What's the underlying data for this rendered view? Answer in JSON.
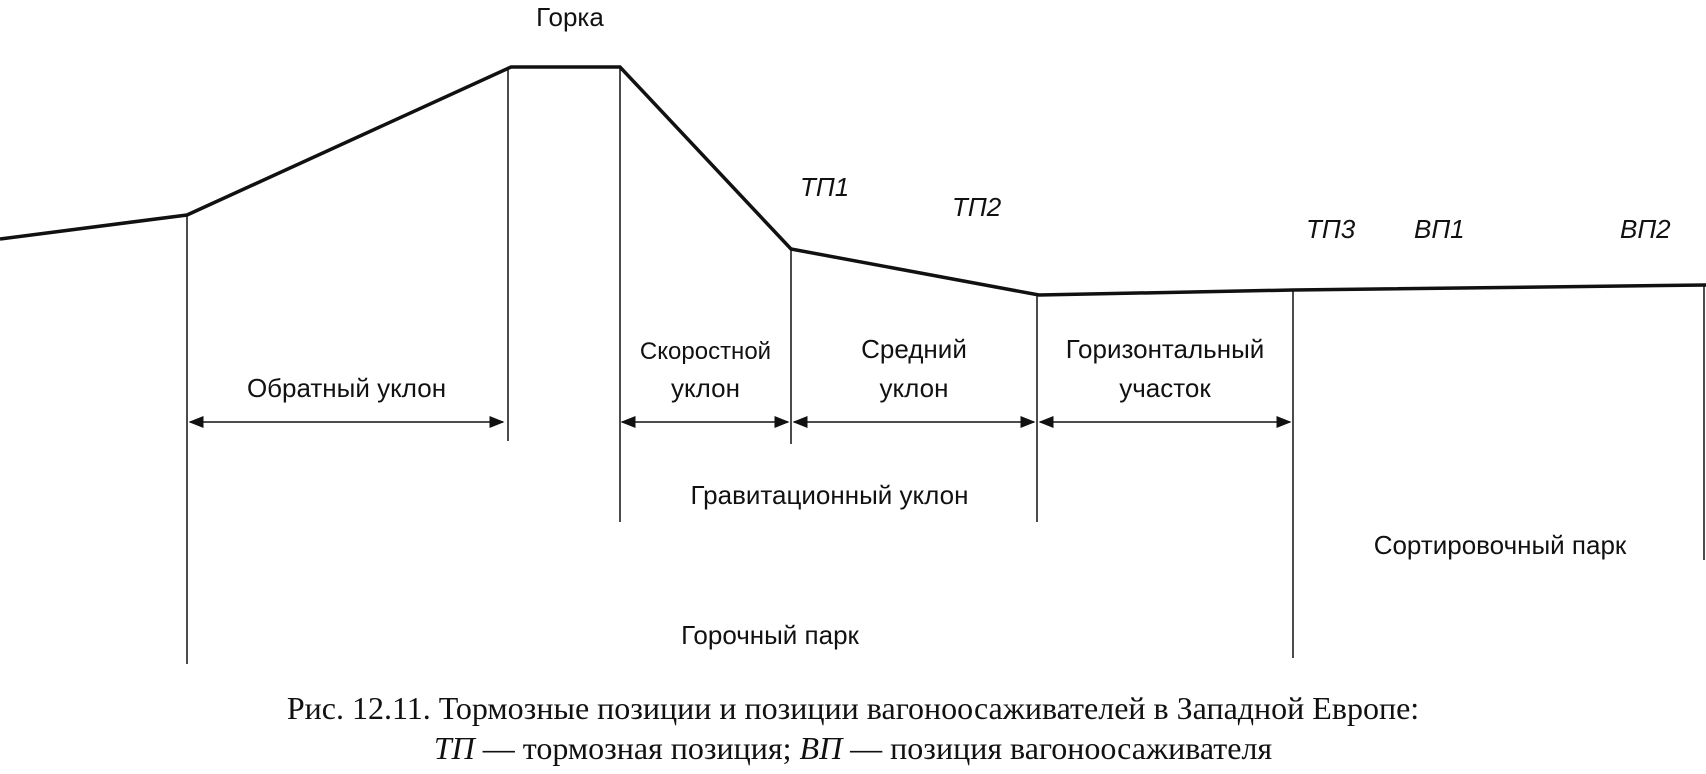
{
  "labels": {
    "gorka": "Горка",
    "tp1": "ТП1",
    "tp2": "ТП2",
    "tp3": "ТП3",
    "vp1": "ВП1",
    "vp2": "ВП2",
    "obratny": "Обратный уклон",
    "skorostnoy_1": "Скоростной",
    "skorostnoy_2": "уклон",
    "sredny_1": "Средний",
    "sredny_2": "уклон",
    "horiz_1": "Горизонтальный",
    "horiz_2": "участок",
    "grav": "Гравитационный уклон",
    "sort_park": "Сортировочный парк",
    "gor_park": "Горочный парк"
  },
  "caption": {
    "line1": "Рис. 12.11. Тормозные позиции и позиции вагоноосаживателей в Западной Европе:",
    "tp_abbr": "ТП",
    "tp_def": " — тормозная позиция; ",
    "vp_abbr": "ВП",
    "vp_def": " — позиция вагоноосаживателя"
  }
}
